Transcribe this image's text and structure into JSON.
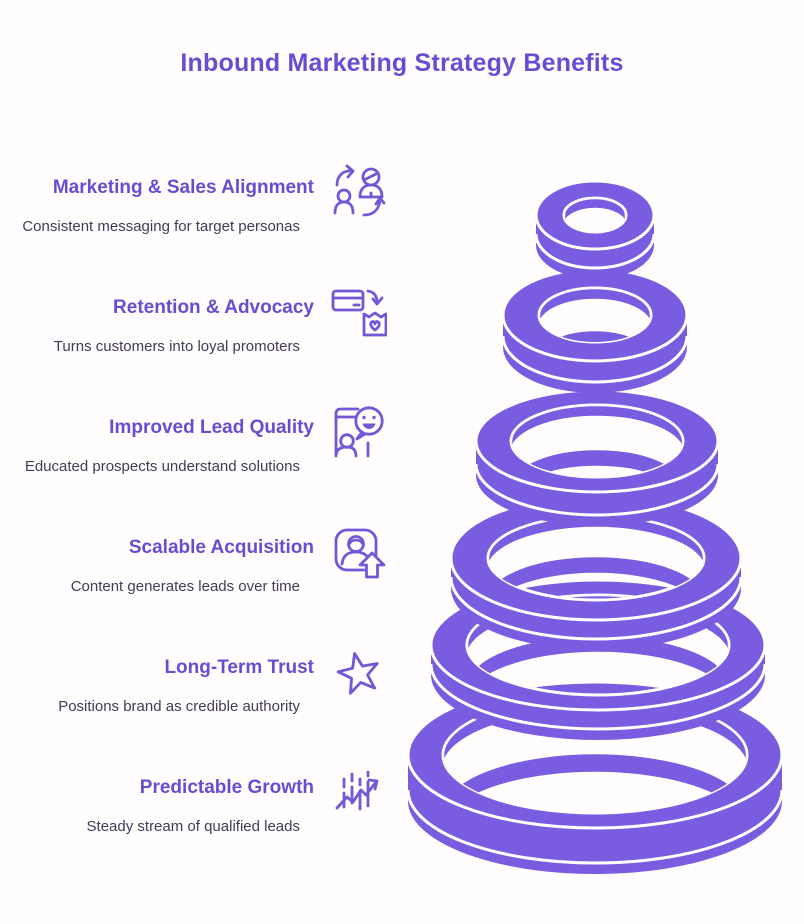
{
  "title": "Inbound Marketing Strategy Benefits",
  "items": [
    {
      "heading": "Marketing & Sales Alignment",
      "description": "Consistent messaging for target personas",
      "icon": "people-exchange-icon"
    },
    {
      "heading": "Retention & Advocacy",
      "description": "Turns customers into loyal promoters",
      "icon": "customer-loyalty-tag-icon"
    },
    {
      "heading": "Improved Lead Quality",
      "description": "Educated prospects understand solutions",
      "icon": "feedback-smiley-icon"
    },
    {
      "heading": "Scalable Acquisition",
      "description": "Content generates leads over time",
      "icon": "profile-upgrade-icon"
    },
    {
      "heading": "Long-Term Trust",
      "description": "Positions brand as credible authority",
      "icon": "star-icon"
    },
    {
      "heading": "Predictable Growth",
      "description": "Steady stream of qualified leads",
      "icon": "growth-chart-icon"
    }
  ],
  "funnel": {
    "levels": 6,
    "ring_color": "#7a5ce1",
    "edge_color": "#ffffff"
  },
  "colors": {
    "title": "#6b4bd2",
    "heading": "#6b4bd2",
    "description": "#3f3d56",
    "icon_stroke": "#7456d6",
    "background": "#fffdfd"
  }
}
